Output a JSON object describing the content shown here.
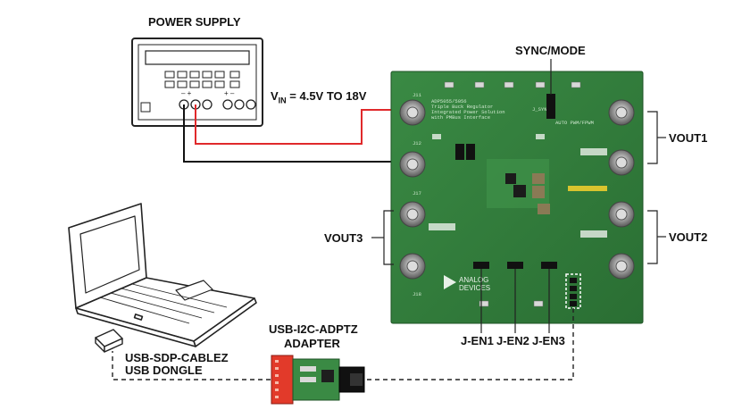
{
  "labels": {
    "power_supply": "POWER SUPPLY",
    "vin_prefix": "V",
    "vin_sub": "IN",
    "vin_rest": " = 4.5V TO 18V",
    "sync_mode": "SYNC/MODE",
    "vout1": "VOUT1",
    "vout2": "VOUT2",
    "vout3": "VOUT3",
    "jen1": "J-EN1",
    "jen2": "J-EN2",
    "jen3": "J-EN3",
    "adapter_line1": "USB-I2C-ADPTZ",
    "adapter_line2": "ADAPTER",
    "dongle_line1": "USB-SDP-CABLEZ",
    "dongle_line2": "USB DONGLE"
  },
  "board": {
    "title_line1": "ADP5055/5056",
    "title_line2": "Triple Buck Regulator",
    "title_line3": "Integrated Power Solution",
    "title_line4": "with PMBus Interface",
    "logo_text_1": "ANALOG",
    "logo_text_2": "DEVICES",
    "connectors": [
      "J11",
      "J12",
      "J17",
      "J18"
    ],
    "jumper_labels": [
      "J_SYNC",
      "AUTO PWM/FPWM"
    ]
  },
  "colors": {
    "board_green": "#2f7a3a",
    "wire_red": "#e0292b",
    "wire_black": "#111111",
    "adapter_red": "#e23a2a"
  }
}
